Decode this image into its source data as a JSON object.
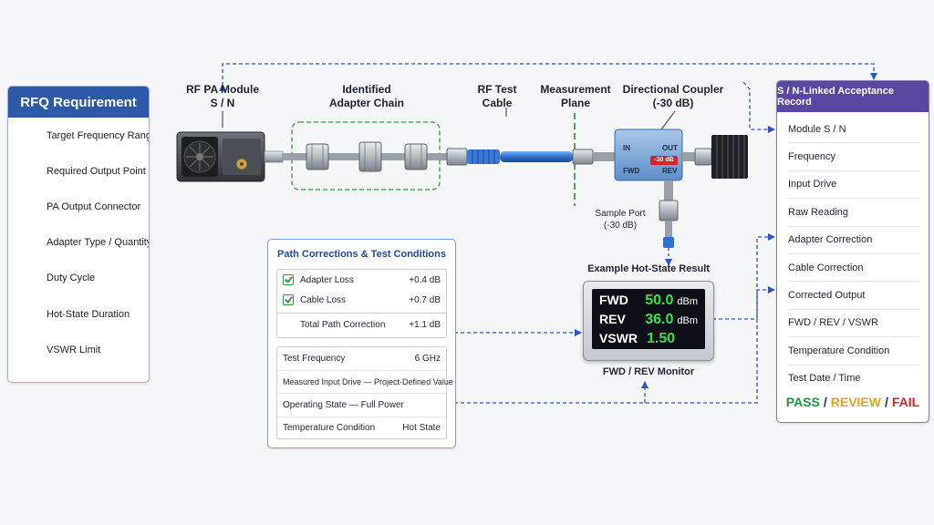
{
  "rfq": {
    "title": "RFQ Requirement",
    "items": [
      {
        "label": "Target Frequency Range",
        "icon": "crosshair-icon"
      },
      {
        "label": "Required Output Point",
        "icon": "location-pin-icon"
      },
      {
        "label": "PA Output Connector",
        "icon": "connector-icon"
      },
      {
        "label": "Adapter Type / Quantity",
        "icon": "adapter-icon"
      },
      {
        "label": "Duty Cycle",
        "icon": "clock-cycle-icon"
      },
      {
        "label": "Hot-State Duration",
        "icon": "thermometer-icon"
      },
      {
        "label": "VSWR Limit",
        "icon": "waveform-icon"
      }
    ]
  },
  "chain": {
    "pa_module": "RF PA Module\nS / N",
    "adapter_chain": "Identified\nAdapter Chain",
    "test_cable": "RF Test\nCable",
    "measurement_plane": "Measurement\nPlane",
    "directional_coupler": "Directional Coupler\n(-30 dB)",
    "coupler_in": "IN",
    "coupler_out": "OUT",
    "coupler_fwd": "FWD",
    "coupler_rev": "REV",
    "coupler_badge": "-30 dB",
    "sample_port": "Sample Port\n(-30 dB)"
  },
  "path_corrections": {
    "title": "Path Corrections & Test Conditions",
    "losses": [
      {
        "name": "Adapter Loss",
        "value": "+0.4 dB",
        "checked": true
      },
      {
        "name": "Cable Loss",
        "value": "+0.7 dB",
        "checked": true
      }
    ],
    "total": {
      "name": "Total Path Correction",
      "value": "+1.1 dB"
    },
    "conditions": [
      {
        "name": "Test Frequency",
        "value": "6 GHz"
      },
      {
        "name": "Measured Input Drive — Project-Defined Value",
        "value": ""
      },
      {
        "name": "Operating State — Full Power",
        "value": ""
      },
      {
        "name": "Temperature Condition",
        "value": "Hot State"
      }
    ]
  },
  "monitor": {
    "title": "Example Hot-State Result",
    "caption": "FWD / REV Monitor",
    "rows": [
      {
        "key": "FWD",
        "value": "50.0",
        "unit": "dBm"
      },
      {
        "key": "REV",
        "value": "36.0",
        "unit": "dBm"
      },
      {
        "key": "VSWR",
        "value": "1.50",
        "unit": ""
      }
    ]
  },
  "record": {
    "title": "S / N-Linked Acceptance Record",
    "rows": [
      "Module S / N",
      "Frequency",
      "Input Drive",
      "Raw Reading",
      "Adapter Correction",
      "Cable Correction",
      "Corrected Output",
      "FWD / REV / VSWR",
      "Temperature Condition",
      "Test Date / Time"
    ],
    "pass": "PASS",
    "review": "REVIEW",
    "fail": "FAIL",
    "separator": "/"
  },
  "colors": {
    "rfq_header": "#2e59a8",
    "record_header": "#5a47a0",
    "flow_arrow": "#2b56c6",
    "adapter_outline": "#3d9a3d",
    "cable": "#2f6fd0",
    "monitor_value": "#39e04a"
  }
}
